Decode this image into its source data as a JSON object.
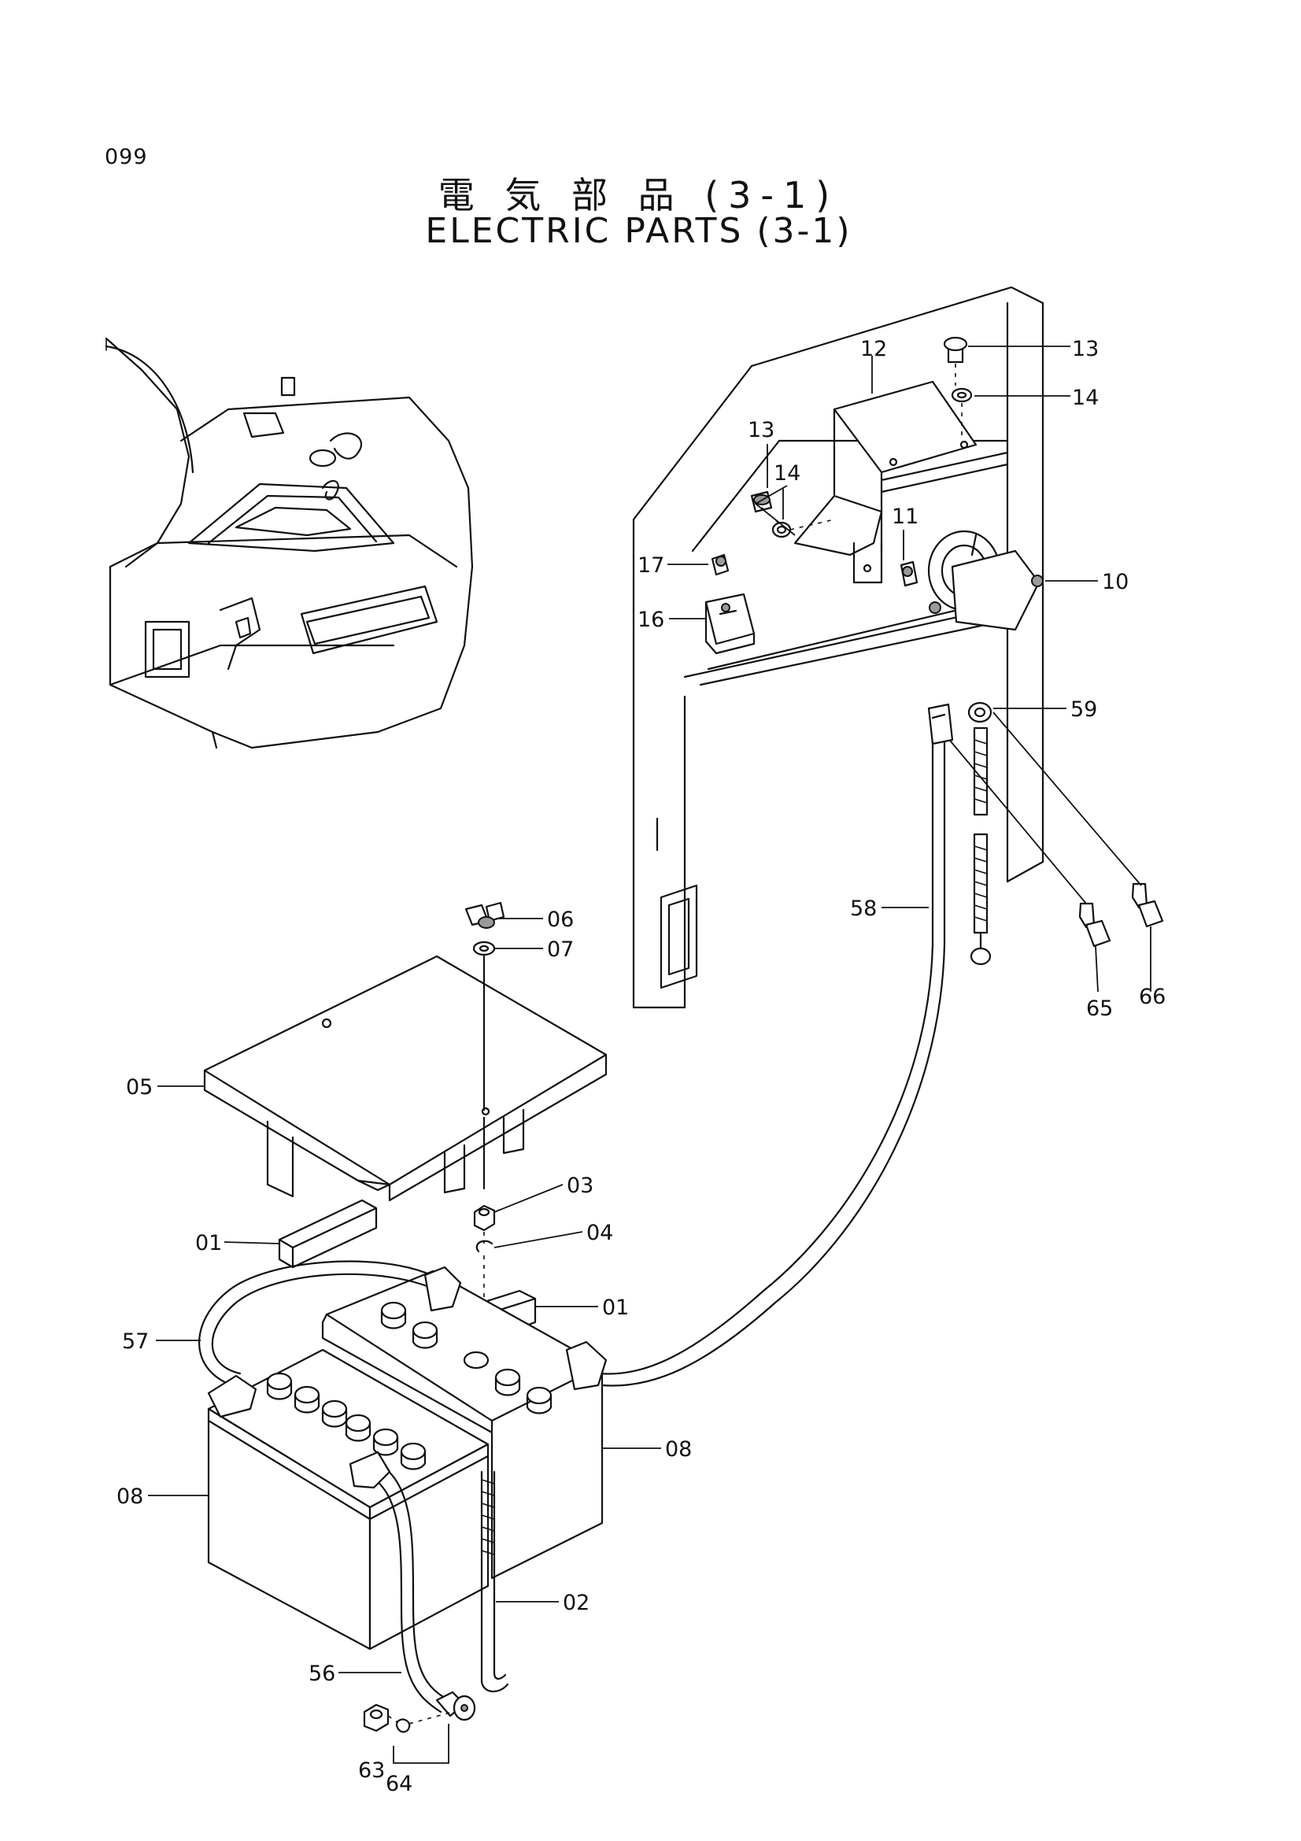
{
  "page_number": "099",
  "title_jp": "電 気 部 品 (3-1)",
  "title_en": "ELECTRIC PARTS (3-1)",
  "callouts": {
    "c01a": "01",
    "c01b": "01",
    "c02": "02",
    "c03": "03",
    "c04": "04",
    "c05": "05",
    "c06": "06",
    "c07": "07",
    "c08a": "08",
    "c08b": "08",
    "c10": "10",
    "c11": "11",
    "c12": "12",
    "c13a": "13",
    "c13b": "13",
    "c14a": "14",
    "c14b": "14",
    "c16": "16",
    "c17": "17",
    "c56": "56",
    "c57": "57",
    "c58": "58",
    "c59": "59",
    "c63": "63",
    "c64": "64",
    "c65": "65",
    "c66": "66"
  }
}
